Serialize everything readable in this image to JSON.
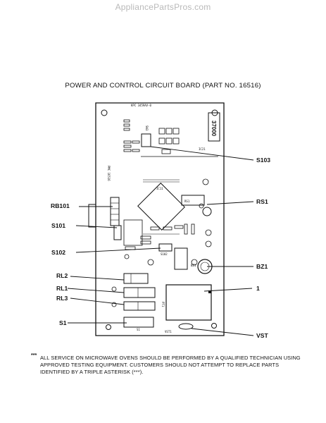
{
  "watermark": "AppliancePartsPros.com",
  "title": "POWER AND CONTROL CIRCUIT BOARD (PART NO. 16516)",
  "callouts": {
    "s103": "S103",
    "rs1": "RS1",
    "rb101": "RB101",
    "s101": "S101",
    "s102": "S102",
    "bz1": "BZ1",
    "rl2": "RL2",
    "rl1": "RL1",
    "rl3": "RL3",
    "one": "1",
    "s1": "S1",
    "vst": "VST"
  },
  "board": {
    "top_code": "KPC 3459AV-0",
    "digits": "37000",
    "part_side": "PMC 16516",
    "label_s103": "SW3",
    "label_ic11": "IC11",
    "label_rs1": "RS1",
    "label_s102": "S102",
    "label_bz1": "BZ1",
    "label_s1": "S1",
    "label_vst": "VST1",
    "label_pt1": "PT1"
  },
  "note": {
    "marker": "***",
    "text": "ALL SERVICE ON MICROWAVE OVENS SHOULD BE PERFORMED BY A QUALIFIED TECHNICIAN USING APPROVED TESTING EQUIPMENT.  CUSTOMERS SHOULD NOT ATTEMPT TO REPLACE PARTS IDENTIFIED BY A TRIPLE ASTERISK (***)."
  }
}
